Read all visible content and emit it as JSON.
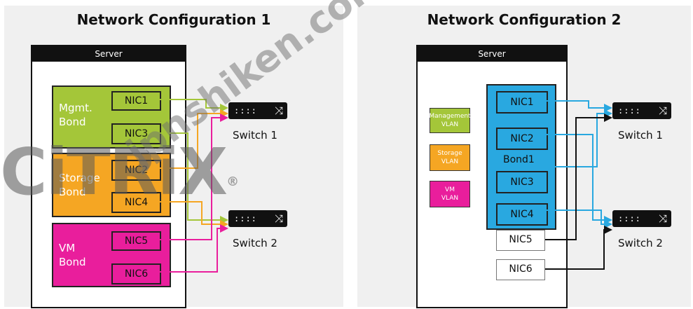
{
  "config1": {
    "title": "Network Configuration 1",
    "server_label": "Server",
    "bonds": [
      {
        "label_line1": "Mgmt.",
        "label_line2": "Bond",
        "color": "#a4c639",
        "nics": [
          "NIC1",
          "NIC3"
        ]
      },
      {
        "label_line1": "Storage",
        "label_line2": "Bond",
        "color": "#f5a623",
        "nics": [
          "NIC2",
          "NIC4"
        ]
      },
      {
        "label_line1": "VM",
        "label_line2": "Bond",
        "color": "#e91e9c",
        "nics": [
          "NIC5",
          "NIC6"
        ]
      }
    ],
    "switch1_label": "Switch 1",
    "switch2_label": "Switch 2"
  },
  "config2": {
    "title": "Network Configuration 2",
    "server_label": "Server",
    "vlans": [
      {
        "line1": "Management",
        "line2": "VLAN",
        "color": "#a4c639"
      },
      {
        "line1": "Storage",
        "line2": "VLAN",
        "color": "#f5a623"
      },
      {
        "line1": "VM",
        "line2": "VLAN",
        "color": "#e91e9c"
      }
    ],
    "bond_label": "Bond1",
    "bond_color": "#29a8e0",
    "bond_nics": [
      "NIC1",
      "NIC2",
      "NIC3",
      "NIC4"
    ],
    "extra_nics": [
      "NIC5",
      "NIC6"
    ],
    "switch1_label": "Switch 1",
    "switch2_label": "Switch 2"
  },
  "wire_colors": {
    "green": "#a4c639",
    "orange": "#f5a623",
    "pink": "#e91e9c",
    "blue": "#29a8e0",
    "black": "#111111"
  },
  "switch_ports": "::::",
  "switch_icon": "shuffle-icon",
  "switch_glyph": "⤨",
  "watermarks": {
    "brand": "CiTRiX",
    "registered": "®",
    "site": "jpnshiken.com"
  }
}
